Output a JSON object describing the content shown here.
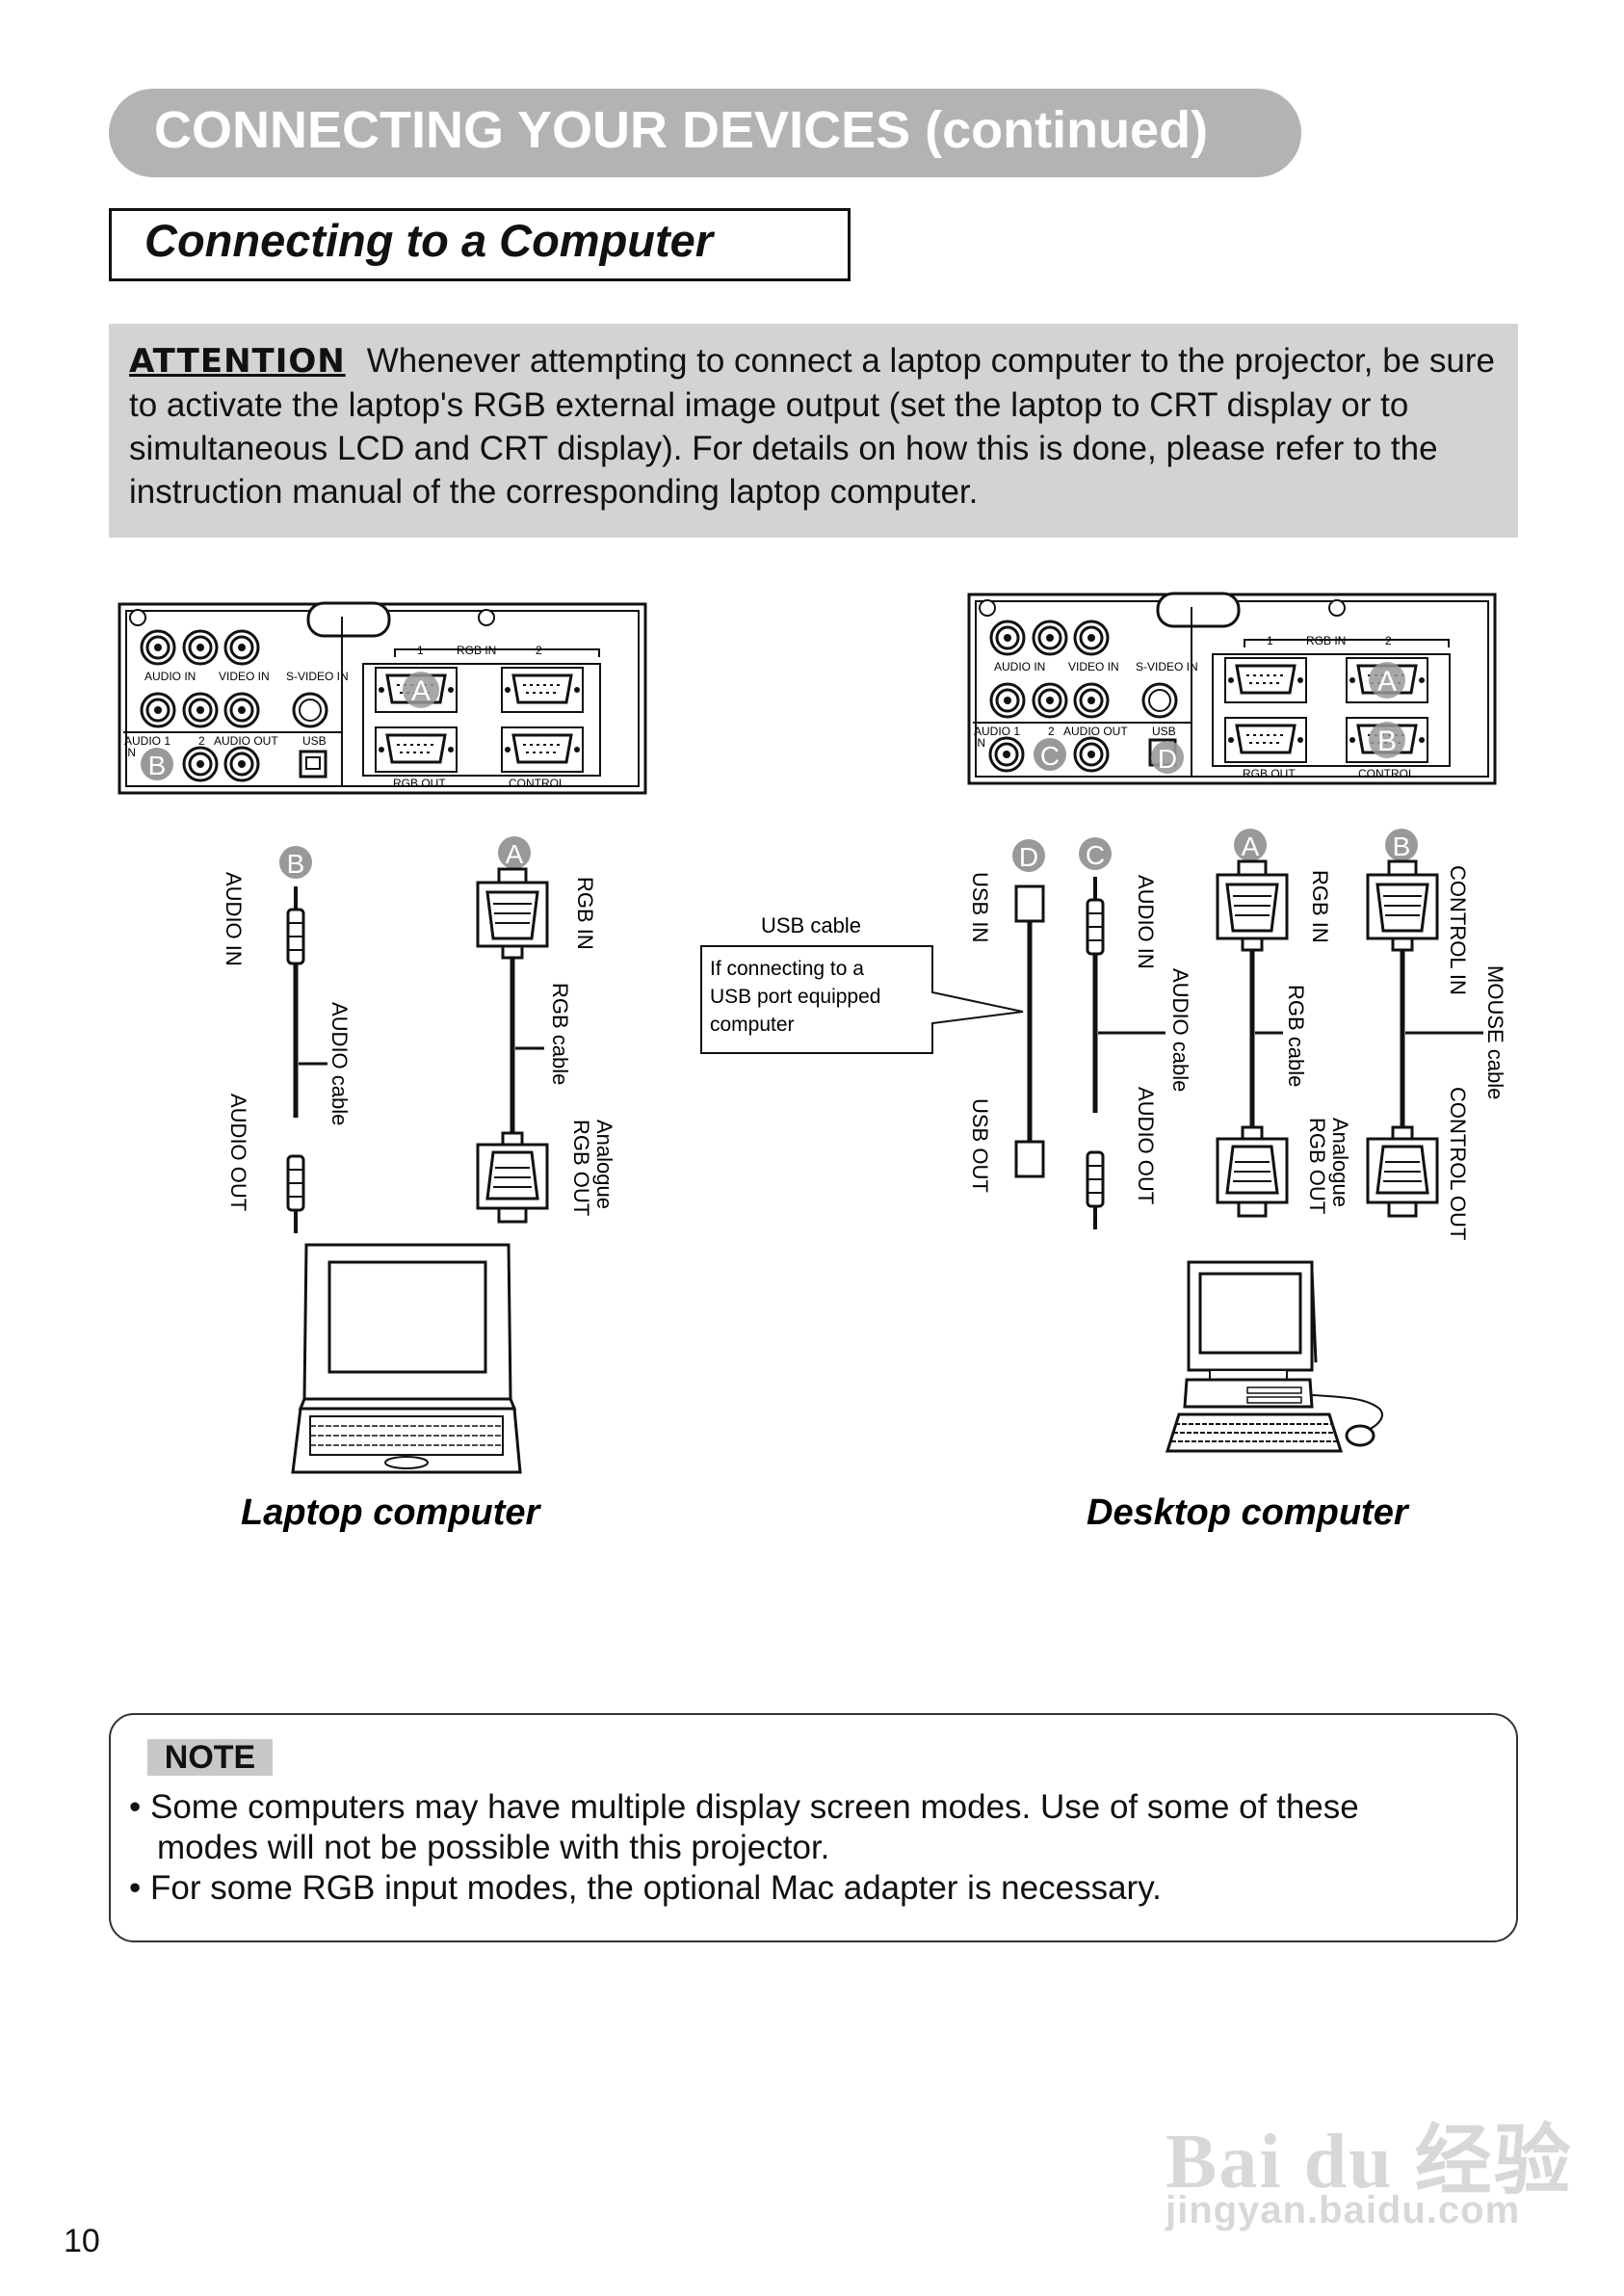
{
  "header": {
    "title": "CONNECTING YOUR DEVICES (continued)"
  },
  "section": {
    "title": "Connecting to a Computer"
  },
  "attention": {
    "label": "ATTENTION",
    "text": "Whenever attempting to connect a laptop computer to the projector, be sure to activate the laptop's RGB external image output (set the laptop to CRT display or to simultaneous LCD and CRT display). For details on how this is done, please refer to the instruction manual of the corresponding laptop computer."
  },
  "panel": {
    "audio_in": "AUDIO IN",
    "video_in": "VIDEO IN",
    "s_video_in": "S-VIDEO IN",
    "audio_1": "AUDIO 1",
    "audio_in_short": "IN",
    "audio_2": "2",
    "audio_out": "AUDIO OUT",
    "usb": "USB",
    "rgb_in_1": "1",
    "rgb_in": "RGB  IN",
    "rgb_in_2": "2",
    "rgb_out": "RGB  OUT",
    "control": "CONTROL"
  },
  "markers": {
    "a": "A",
    "b": "B",
    "c": "C",
    "d": "D"
  },
  "cables": {
    "audio_in": "AUDIO IN",
    "audio_out": "AUDIO OUT",
    "audio_cable": "AUDIO cable",
    "rgb_in": "RGB IN",
    "rgb_cable": "RGB cable",
    "analogue": "Analogue",
    "rgb_out": "RGB OUT",
    "usb_in": "USB IN",
    "usb_out": "USB OUT",
    "usb_cable": "USB cable",
    "usb_callout": [
      "If connecting to a",
      "USB port equipped",
      "computer"
    ],
    "control_in": "CONTROL IN",
    "control_out": "CONTROL OUT",
    "mouse_cable": "MOUSE cable"
  },
  "devices": {
    "laptop": "Laptop computer",
    "desktop": "Desktop computer"
  },
  "note": {
    "label": "NOTE",
    "item1_line1": "• Some computers may have multiple display screen modes. Use of some of these",
    "item1_line2": "modes will not be possible with this projector.",
    "item2": "• For some RGB input modes, the optional Mac adapter is necessary."
  },
  "page_number": "10",
  "watermark": {
    "line1": "Bai du 经验",
    "line2": "jingyan.baidu.com"
  }
}
